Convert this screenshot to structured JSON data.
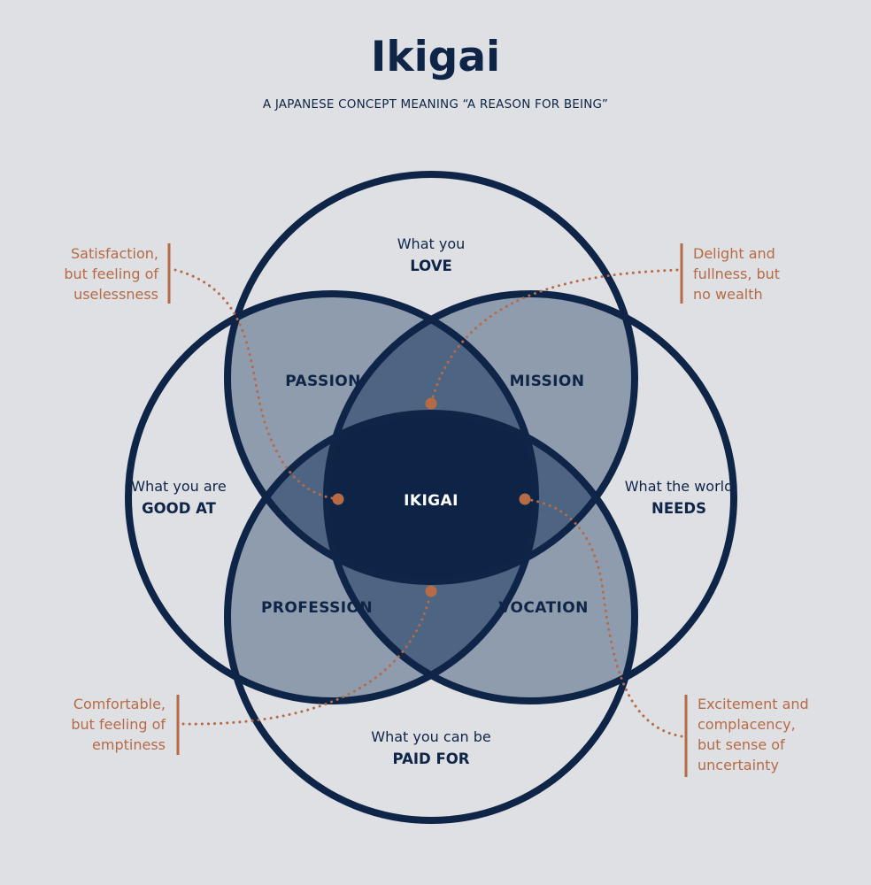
{
  "title": "Ikigai",
  "subtitle": "A JAPANESE CONCEPT MEANING “A REASON FOR BEING”",
  "circles": {
    "love": {
      "line1": "What you",
      "word": "LOVE"
    },
    "good_at": {
      "line1": "What you are",
      "word": "GOOD AT"
    },
    "world_needs": {
      "line1": "What the world",
      "word": "NEEDS"
    },
    "paid_for": {
      "line1": "What you can be",
      "word": "PAID FOR"
    }
  },
  "regions": {
    "passion": "PASSION",
    "mission": "MISSION",
    "profession": "PROFESSION",
    "vocation": "VOCATION",
    "center": "IKIGAI"
  },
  "notes": {
    "top_left": [
      "Satisfaction,",
      "but feeling of",
      "uselessness"
    ],
    "top_right": [
      "Delight and",
      "fullness, but",
      "no wealth"
    ],
    "bottom_left": [
      "Comfortable,",
      "but feeling of",
      "emptiness"
    ],
    "bottom_right": [
      "Excitement and",
      "complacency,",
      "but sense of",
      "uncertainty"
    ]
  },
  "colors": {
    "background": "#dfe0e4",
    "navy": "#0f2547",
    "pair_overlap": "#8e9cae",
    "triple_overlap": "#4d6482",
    "center": "#0d2447",
    "accent": "#b66a45"
  }
}
